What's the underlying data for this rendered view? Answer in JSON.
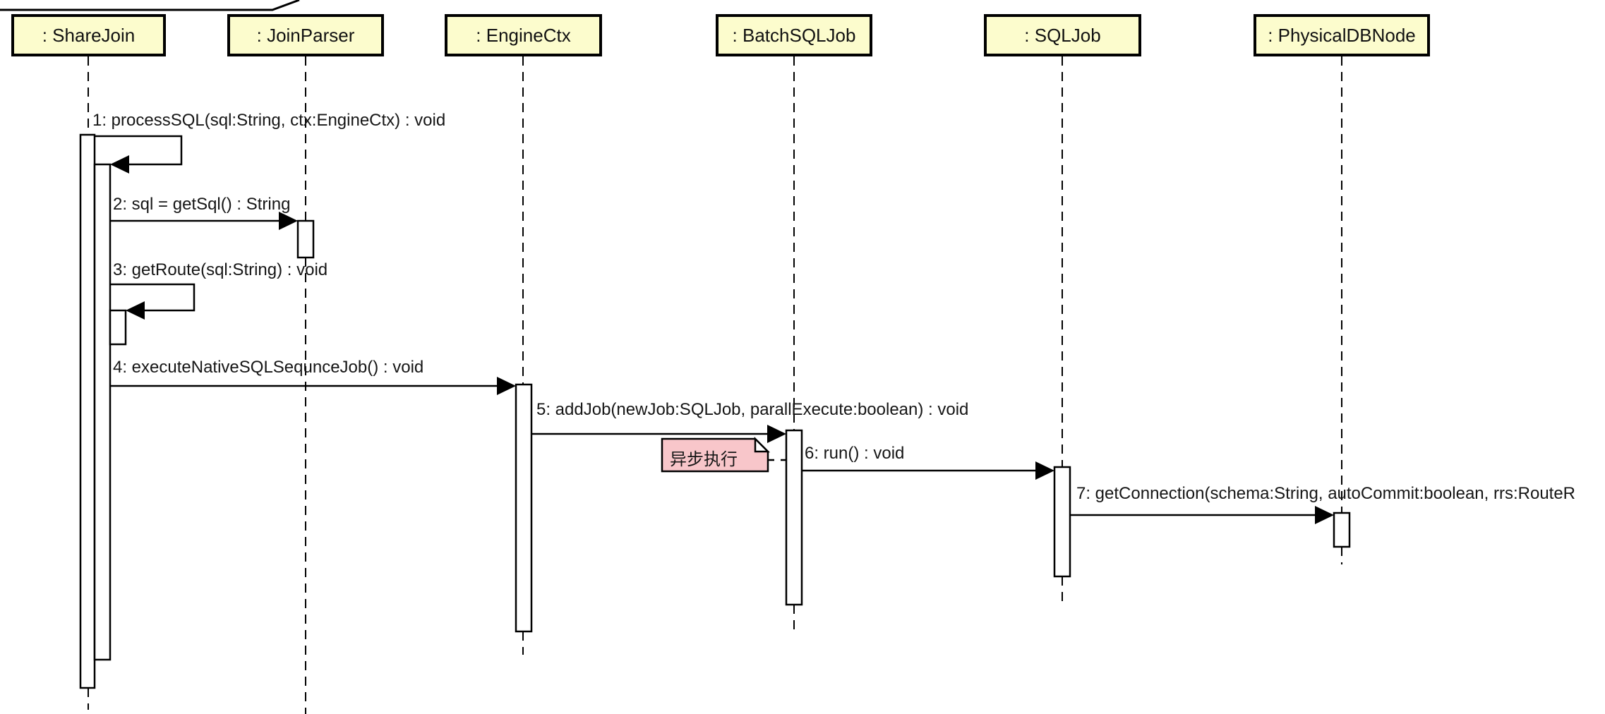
{
  "diagram": {
    "type": "uml-sequence-diagram",
    "background": "#ffffff"
  },
  "lifelines": [
    {
      "label": ": ShareJoin"
    },
    {
      "label": ": JoinParser"
    },
    {
      "label": ": EngineCtx"
    },
    {
      "label": ": BatchSQLJob"
    },
    {
      "label": ": SQLJob"
    },
    {
      "label": ": PhysicalDBNode"
    }
  ],
  "messages": [
    {
      "label": "1: processSQL(sql:String, ctx:EngineCtx) : void",
      "from": ": ShareJoin",
      "to": ": ShareJoin",
      "kind": "self-call"
    },
    {
      "label": "2: sql = getSql() : String",
      "from": ": ShareJoin",
      "to": ": JoinParser",
      "kind": "call"
    },
    {
      "label": "3: getRoute(sql:String) : void",
      "from": ": ShareJoin",
      "to": ": ShareJoin",
      "kind": "self-call"
    },
    {
      "label": "4: executeNativeSQLSequnceJob() : void",
      "from": ": ShareJoin",
      "to": ": EngineCtx",
      "kind": "call"
    },
    {
      "label": "5: addJob(newJob:SQLJob, parallExecute:boolean) : void",
      "from": ": EngineCtx",
      "to": ": BatchSQLJob",
      "kind": "call"
    },
    {
      "label": "6: run() : void",
      "from": ": BatchSQLJob",
      "to": ": SQLJob",
      "kind": "call"
    },
    {
      "label": "7: getConnection(schema:String, autoCommit:boolean, rrs:RouteR",
      "from": ": SQLJob",
      "to": ": PhysicalDBNode",
      "kind": "call",
      "clipped_at_right_edge": true
    }
  ],
  "note": {
    "text": "异步执行",
    "attached_to": ": BatchSQLJob"
  },
  "colors": {
    "lifeline_head_fill": "#fcfccd",
    "note_fill": "#f8c6ca",
    "stroke": "#000000",
    "text": "#161616",
    "background": "#ffffff"
  }
}
